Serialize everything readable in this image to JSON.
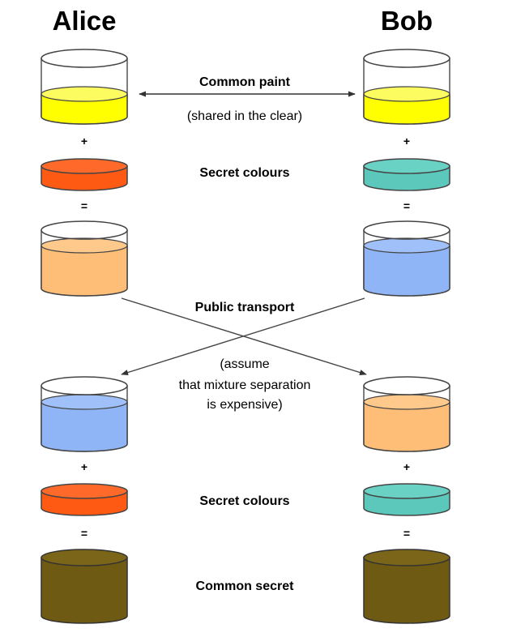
{
  "parties": {
    "left": "Alice",
    "right": "Bob"
  },
  "labels": {
    "common_paint": "Common paint",
    "shared_note": "(shared in the clear)",
    "secret_colours_1": "Secret colours",
    "public_transport": "Public transport",
    "assumption_line1": "(assume",
    "assumption_line2": "that mixture separation",
    "assumption_line3": "is expensive)",
    "secret_colours_2": "Secret colours",
    "common_secret": "Common secret"
  },
  "operators": {
    "plus": "+",
    "equals": "="
  },
  "colors": {
    "common_paint": "#ffff00",
    "alice_secret": "#ff5a14",
    "bob_secret": "#5cc7bb",
    "alice_mixture": "#ffbe78",
    "bob_mixture": "#8fb5f7",
    "common_secret": "#6e5a12"
  }
}
